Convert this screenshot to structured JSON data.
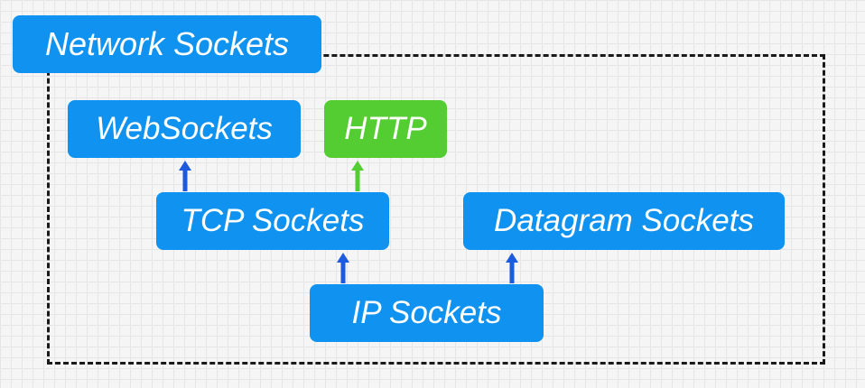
{
  "title": "Network Sockets",
  "nodes": {
    "websockets": "WebSockets",
    "http": "HTTP",
    "tcp": "TCP Sockets",
    "datagram": "Datagram Sockets",
    "ip": "IP Sockets"
  },
  "colors": {
    "box_blue": "#0f92f0",
    "box_green": "#54cd32",
    "arrow_blue": "#1c5ae0",
    "arrow_green": "#54cd32",
    "frame": "#1a1a1a"
  },
  "edges": [
    {
      "from": "tcp",
      "to": "websockets",
      "color": "blue"
    },
    {
      "from": "tcp",
      "to": "http",
      "color": "green"
    },
    {
      "from": "ip",
      "to": "tcp",
      "color": "blue"
    },
    {
      "from": "ip",
      "to": "datagram",
      "color": "blue"
    }
  ]
}
